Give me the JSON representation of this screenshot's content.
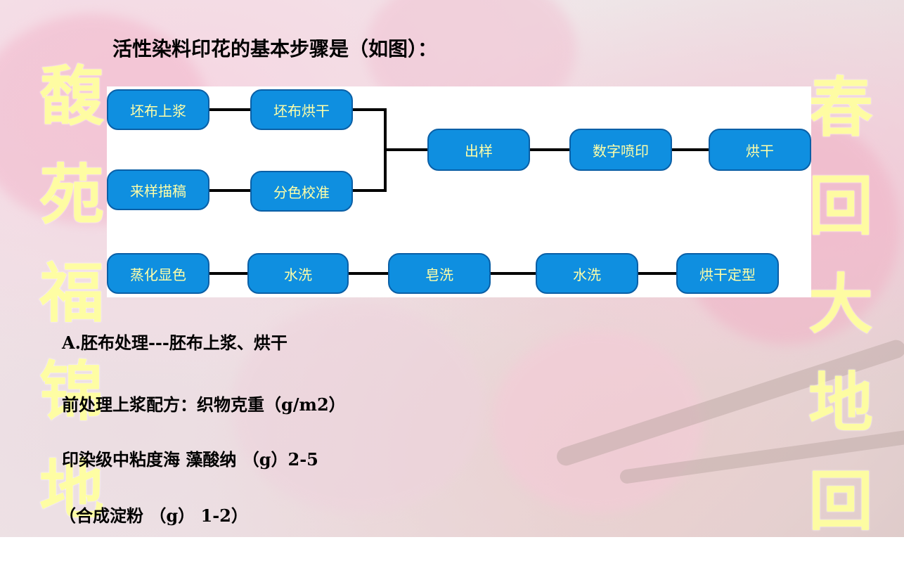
{
  "title": "活性染料印花的基本步骤是（如图）：",
  "diagram": {
    "nodes": {
      "n1": "坯布上浆",
      "n2": "坯布烘干",
      "n3": "来样描稿",
      "n4": "分色校准",
      "n5": "出样",
      "n6": "数字喷印",
      "n7": "烘干",
      "n8": "蒸化显色",
      "n9": "水洗",
      "n10": "皂洗",
      "n11": "水洗",
      "n12": "烘干定型"
    },
    "edges": [
      [
        "n1",
        "n2"
      ],
      [
        "n3",
        "n4"
      ],
      [
        "n2",
        "n5"
      ],
      [
        "n4",
        "n5"
      ],
      [
        "n5",
        "n6"
      ],
      [
        "n6",
        "n7"
      ],
      [
        "n8",
        "n9"
      ],
      [
        "n9",
        "n10"
      ],
      [
        "n10",
        "n11"
      ],
      [
        "n11",
        "n12"
      ]
    ],
    "colors": {
      "node_fill": "#0f8fe0",
      "node_text": "#ffffa8",
      "connector": "#000000"
    }
  },
  "text_lines": {
    "line1": "A.胚布处理---胚布上浆、烘干",
    "line2": "前处理上浆配方：织物克重（g/m2）",
    "line3": "印染级中粘度海 藻酸纳 （g）2-5",
    "line4": "（合成淀粉 （g） 1-2）"
  },
  "decor": {
    "left_vertical": [
      "馥",
      "苑",
      "福",
      "锦",
      "地"
    ],
    "right_vertical": [
      "春",
      "回",
      "大",
      "地",
      "回"
    ],
    "accent": "#ffffa0"
  }
}
